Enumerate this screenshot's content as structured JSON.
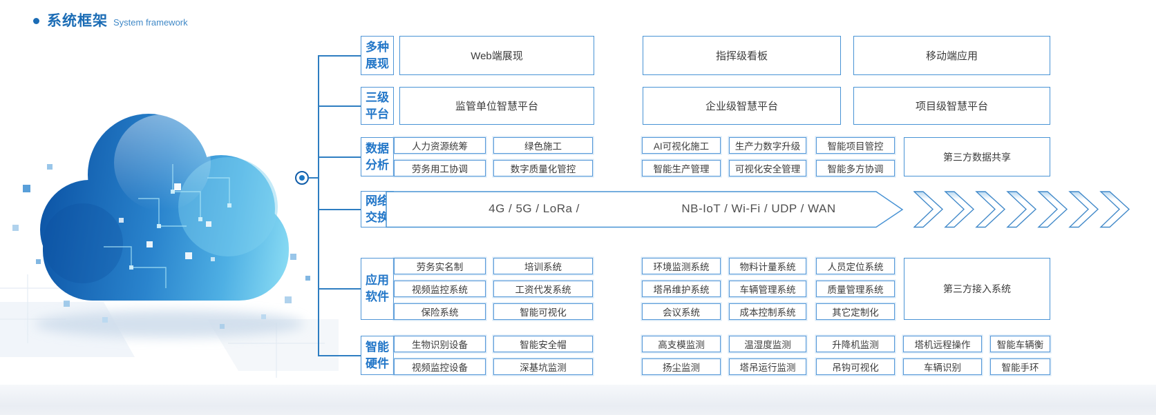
{
  "title": {
    "zh": "系统框架",
    "en": "System framework"
  },
  "colors": {
    "accent": "#1b6cb5",
    "box_border": "#4792d4",
    "label_text": "#2377c8",
    "line": "#2d7dc1",
    "body_text": "#3b3b3b"
  },
  "rows": {
    "r1": {
      "label": "多种\n展现",
      "boxes": [
        "Web端展现",
        "指挥级看板",
        "移动端应用"
      ]
    },
    "r2": {
      "label": "三级\n平台",
      "boxes": [
        "监管单位智慧平台",
        "企业级智慧平台",
        "项目级智慧平台"
      ]
    },
    "r3": {
      "label": "数据\n分析",
      "left": [
        [
          "人力资源统筹",
          "绿色施工"
        ],
        [
          "劳务用工协调",
          "数字质量化管控"
        ]
      ],
      "right": [
        [
          "AI可视化施工",
          "生产力数字升级",
          "智能项目管控"
        ],
        [
          "智能生产管理",
          "可视化安全管理",
          "智能多方协调"
        ]
      ],
      "side": "第三方数据共享"
    },
    "r4": {
      "label": "网络\n交换",
      "seg1": "4G / 5G / LoRa /",
      "seg2": "NB-IoT / Wi-Fi / UDP / WAN"
    },
    "r5": {
      "label": "应用\n软件",
      "left": [
        [
          "劳务实名制",
          "培训系统"
        ],
        [
          "视频监控系统",
          "工资代发系统"
        ],
        [
          "保险系统",
          "智能可视化"
        ]
      ],
      "right": [
        [
          "环境监测系统",
          "物料计量系统",
          "人员定位系统"
        ],
        [
          "塔吊维护系统",
          "车辆管理系统",
          "质量管理系统"
        ],
        [
          "会议系统",
          "成本控制系统",
          "其它定制化"
        ]
      ],
      "side": "第三方接入系统"
    },
    "r6": {
      "label": "智能\n硬件",
      "left": [
        [
          "生物识别设备",
          "智能安全帽"
        ],
        [
          "视频监控设备",
          "深基坑监测"
        ]
      ],
      "right": [
        [
          "高支模监测",
          "温湿度监测",
          "升降机监测",
          "塔机远程操作",
          "智能车辆衡"
        ],
        [
          "扬尘监测",
          "塔吊运行监测",
          "吊钩可视化",
          "车辆识别",
          "智能手环"
        ]
      ]
    }
  }
}
